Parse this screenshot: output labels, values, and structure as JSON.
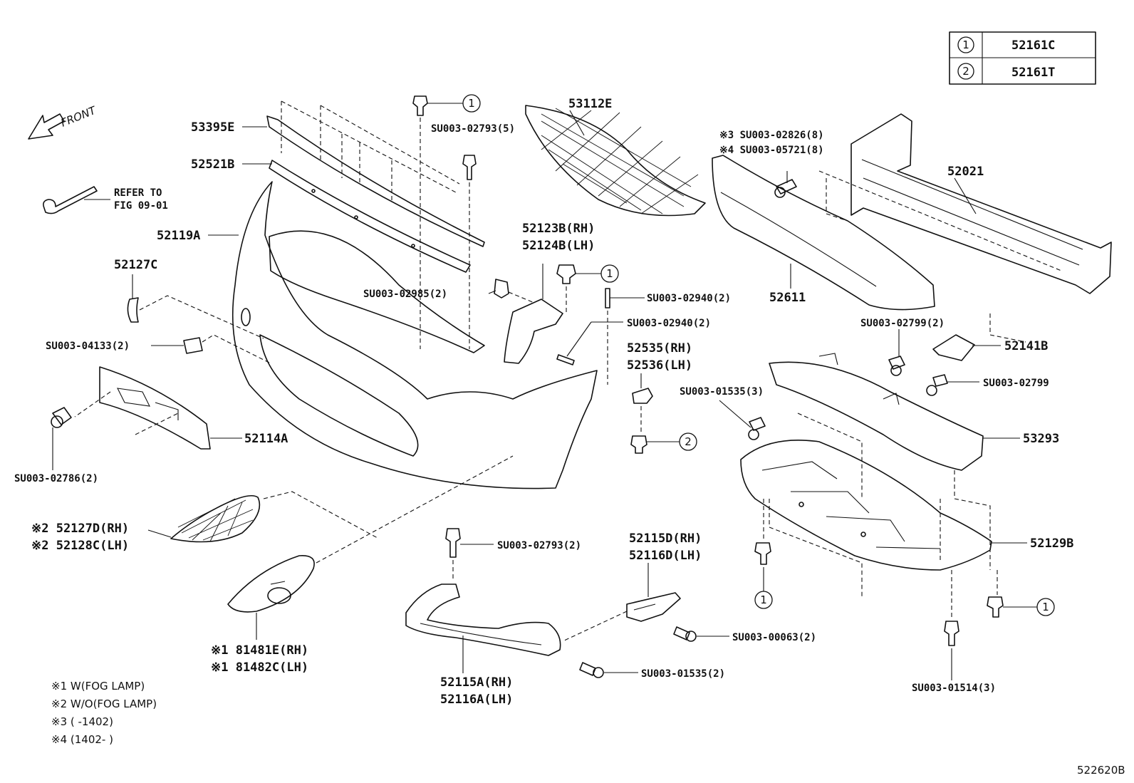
{
  "legend": {
    "rows": [
      {
        "marker": "1",
        "part": "52161C"
      },
      {
        "marker": "2",
        "part": "52161T"
      }
    ]
  },
  "direction": {
    "label": "FRONT"
  },
  "refer": {
    "line1": "REFER TO",
    "line2": "FIG 09-01"
  },
  "labels": {
    "l53395E": "53395E",
    "l52521B": "52521B",
    "l52119A": "52119A",
    "l52127C": "52127C",
    "l53112E": "53112E",
    "l52021": "52021",
    "l52611": "52611",
    "l52123B": "52123B(RH)",
    "l52124B": "52124B(LH)",
    "l52535": "52535(RH)",
    "l52536": "52536(LH)",
    "l52141B": "52141B",
    "l53293": "53293",
    "l52129B": "52129B",
    "l52114A": "52114A",
    "l52127D": "※2 52127D(RH)",
    "l52128C": "※2 52128C(LH)",
    "l81481E": "※1 81481E(RH)",
    "l81482C": "※1 81482C(LH)",
    "l52115D": "52115D(RH)",
    "l52116D": "52116D(LH)",
    "l52115A": "52115A(RH)",
    "l52116A": "52116A(LH)"
  },
  "fasteners": {
    "f02793_5": "SU003-02793(5)",
    "f02985": "SU003-02985(2)",
    "f04133": "SU003-04133(2)",
    "f02786": "SU003-02786(2)",
    "f02940a": "SU003-02940(2)",
    "f02940b": "SU003-02940(2)",
    "f02826": "※3 SU003-02826(8)",
    "f05721": "※4 SU003-05721(8)",
    "f02799_2": "SU003-02799(2)",
    "f02799": "SU003-02799",
    "f01535_3": "SU003-01535(3)",
    "f02793_2": "SU003-02793(2)",
    "f00063": "SU003-00063(2)",
    "f01535_2": "SU003-01535(2)",
    "f01514": "SU003-01514(3)"
  },
  "markers": {
    "m1": "1",
    "m2": "2"
  },
  "notes": [
    "※1 W(FOG LAMP)",
    "※2 W/O(FOG LAMP)",
    "※3 (      -1402)",
    "※4 (1402-      )"
  ],
  "figure_id": "522620B"
}
